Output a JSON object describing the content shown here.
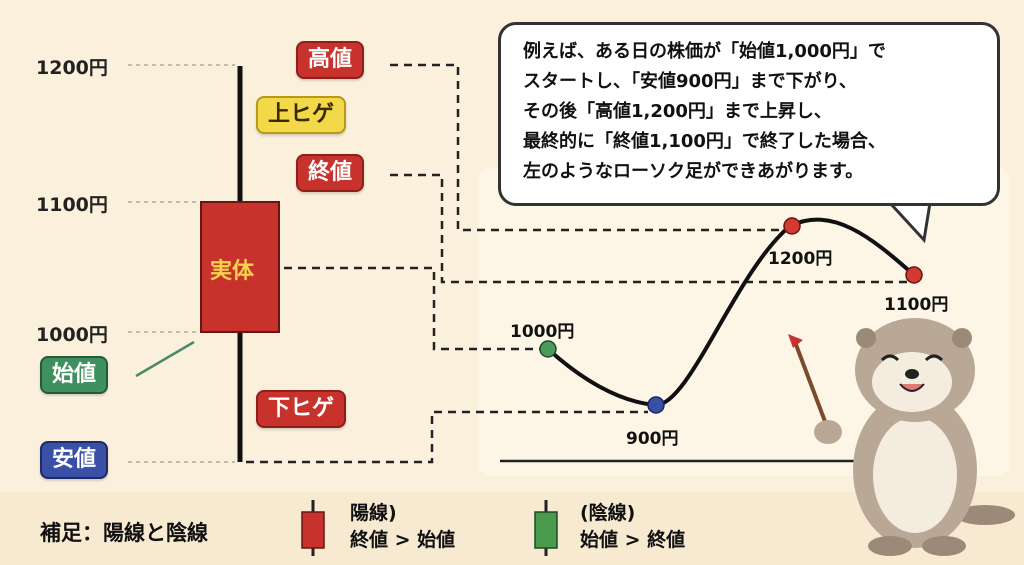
{
  "axis": {
    "labels": [
      "1200円",
      "1100円",
      "1000円"
    ]
  },
  "tags": {
    "high": "高値",
    "upper_wick": "上ヒゲ",
    "close": "終値",
    "body": "実体",
    "open": "始値",
    "lower_wick": "下ヒゲ",
    "low": "安値"
  },
  "bubble": {
    "lines": [
      "例えば、ある日の株価が「始値1,000円」で",
      "スタートし、「安値900円」まで下がり、",
      "その後「高値1,200円」まで上昇し、",
      "最終的に「終値1,100円」で終了した場合、",
      "左のようなローソク足ができあがります。"
    ]
  },
  "price_path": {
    "points": [
      {
        "label": "1000円",
        "price": 1000,
        "color": "#4a9a5c"
      },
      {
        "label": "900円",
        "price": 900,
        "color": "#3a4fa6"
      },
      {
        "label": "1200円",
        "price": 1200,
        "color": "#d23a32"
      },
      {
        "label": "1100円",
        "price": 1100,
        "color": "#d23a32"
      }
    ]
  },
  "supplement": {
    "title": "補足：陽線と陰線",
    "bullish": {
      "name": "陽線)",
      "rule": "終値 > 始値",
      "color": "#c8322c"
    },
    "bearish": {
      "name": "(陰線)",
      "rule": "始値 > 終値",
      "color": "#4a9a4c"
    }
  }
}
